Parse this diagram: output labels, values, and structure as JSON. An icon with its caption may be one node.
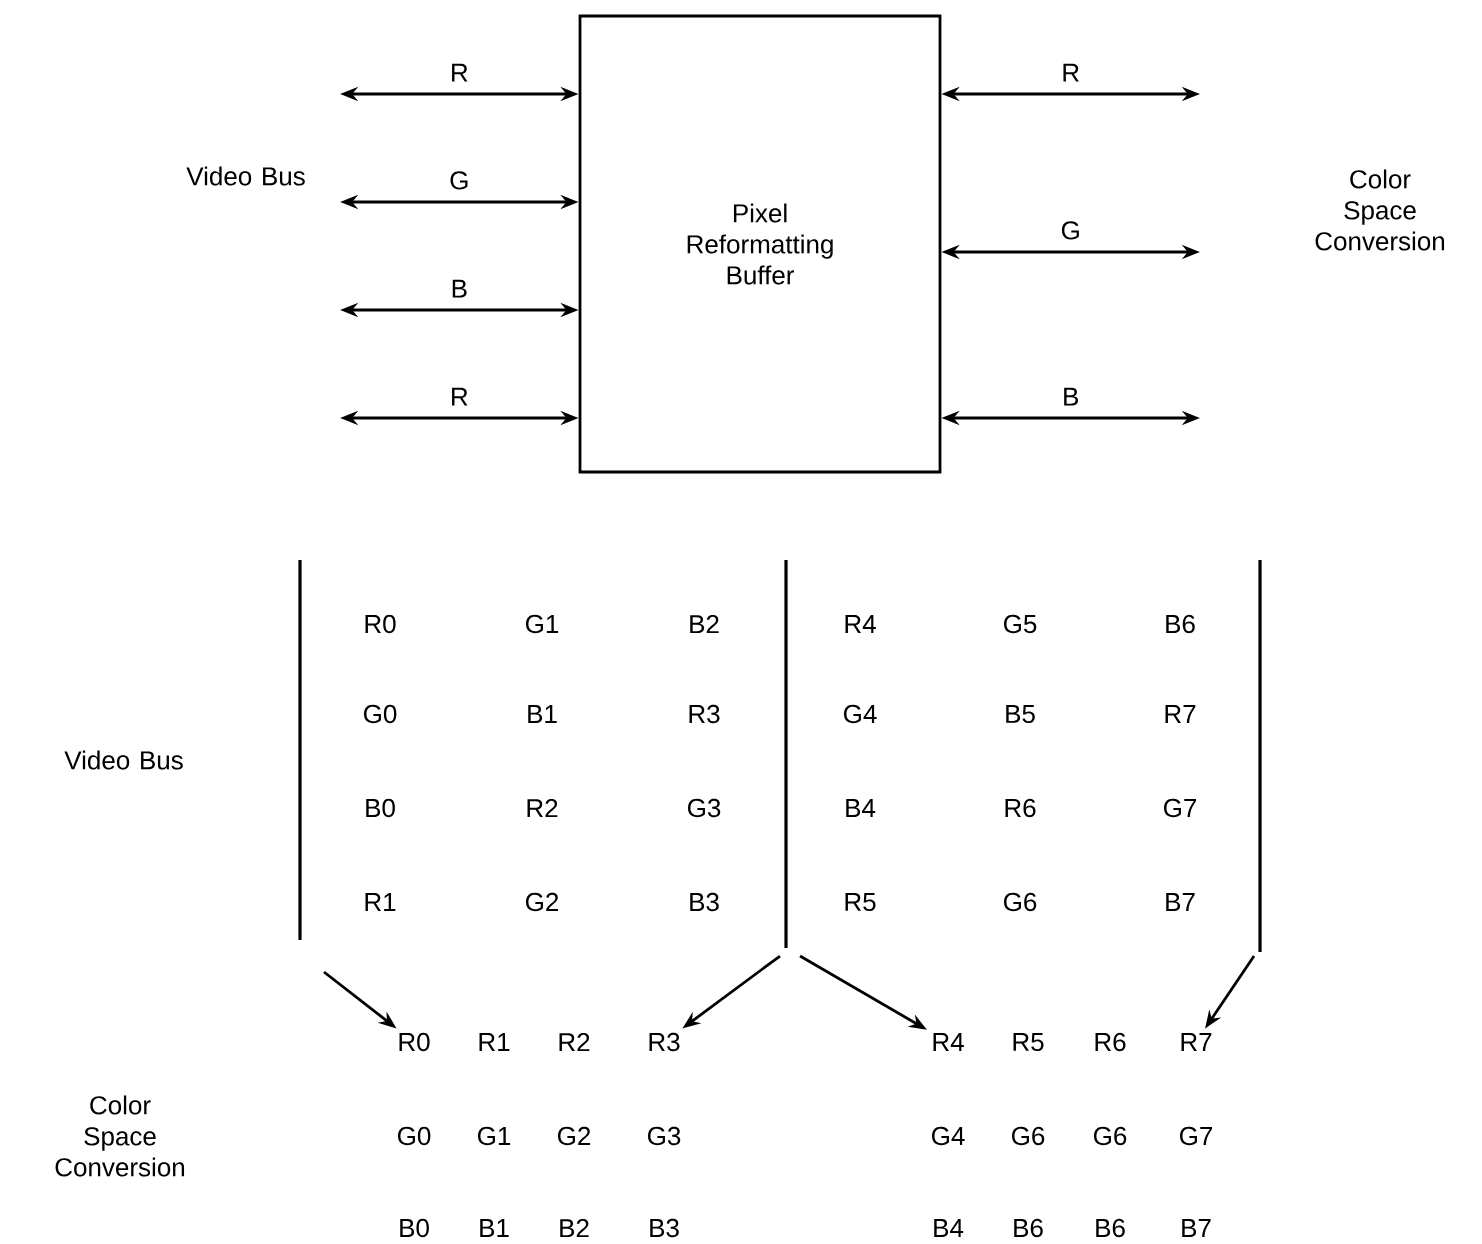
{
  "diagram": {
    "nodes": [
      {
        "text": [
          "Pixel Reformatting Buffer"
        ]
      },
      {
        "text": [
          "R0"
        ]
      },
      {
        "text": [
          "R3"
        ]
      },
      {
        "text": [
          "R4"
        ]
      },
      {
        "text": [
          "R7"
        ]
      }
    ],
    "edges": [
      {
        "from": null,
        "to": 0,
        "arrow": "both",
        "label": "R"
      },
      {
        "from": null,
        "to": 0,
        "arrow": "both",
        "label": "G"
      },
      {
        "from": null,
        "to": 0,
        "arrow": "both",
        "label": "B"
      },
      {
        "from": null,
        "to": 0,
        "arrow": "both",
        "label": "R"
      },
      {
        "from": 0,
        "to": null,
        "arrow": "both",
        "label": "R"
      },
      {
        "from": 0,
        "to": null,
        "arrow": "both",
        "label": "G"
      },
      {
        "from": 0,
        "to": null,
        "arrow": "both",
        "label": "B"
      },
      {
        "from": null,
        "to": 1,
        "arrow": "to"
      },
      {
        "from": null,
        "to": 2,
        "arrow": "to"
      },
      {
        "from": null,
        "to": 3,
        "arrow": "to"
      },
      {
        "from": null,
        "to": 4,
        "arrow": "to"
      }
    ],
    "labels": [
      "Video Bus",
      "Color Space Conversion",
      "R0",
      "G1",
      "B2",
      "R4",
      "G5",
      "B6",
      "G0",
      "B1",
      "R3",
      "G4",
      "B5",
      "R7",
      "B0",
      "R2",
      "G3",
      "B4",
      "R6",
      "G7",
      "R1",
      "G2",
      "B3",
      "R5",
      "G6",
      "B7",
      "Video Bus",
      "R1",
      "R2",
      "R5",
      "R6",
      "Color Space Conversion",
      "G0",
      "G1",
      "G2",
      "G3",
      "G4",
      "G6",
      "G6",
      "G7",
      "B0",
      "B1",
      "B2",
      "B3",
      "B4",
      "B6",
      "B6",
      "B7"
    ]
  }
}
